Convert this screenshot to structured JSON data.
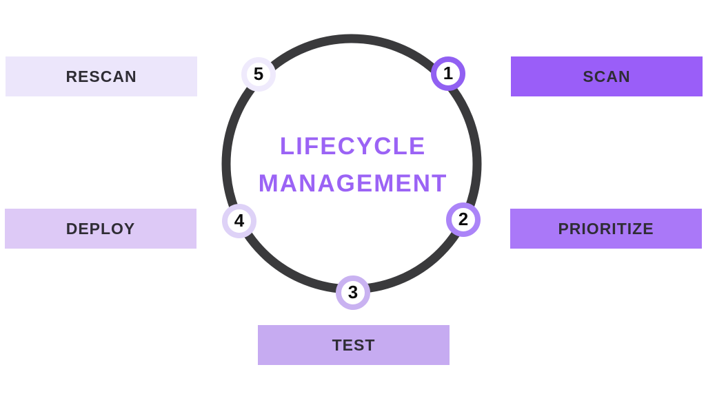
{
  "title": {
    "line1": "LIFECYCLE",
    "line2": "MANAGEMENT",
    "color": "#9b63f5"
  },
  "diagram": {
    "type": "circular-process",
    "circle_color": "#3a3a3c",
    "background_color": "#ffffff",
    "badge_fill": "#ffffff",
    "number_color": "#0c0c0c",
    "label_text_color": "#2f2d35"
  },
  "steps": [
    {
      "number": "1",
      "label": "SCAN",
      "box_color": "#9a5ef8",
      "ring_color": "#9160f2"
    },
    {
      "number": "2",
      "label": "PRIORITIZE",
      "box_color": "#aa78f8",
      "ring_color": "#ab84f8"
    },
    {
      "number": "3",
      "label": "TEST",
      "box_color": "#c6abf1",
      "ring_color": "#c9b2f1"
    },
    {
      "number": "4",
      "label": "DEPLOY",
      "box_color": "#ddc9f6",
      "ring_color": "#ded2f7"
    },
    {
      "number": "5",
      "label": "RESCAN",
      "box_color": "#ece6fb",
      "ring_color": "#efeafc"
    }
  ]
}
